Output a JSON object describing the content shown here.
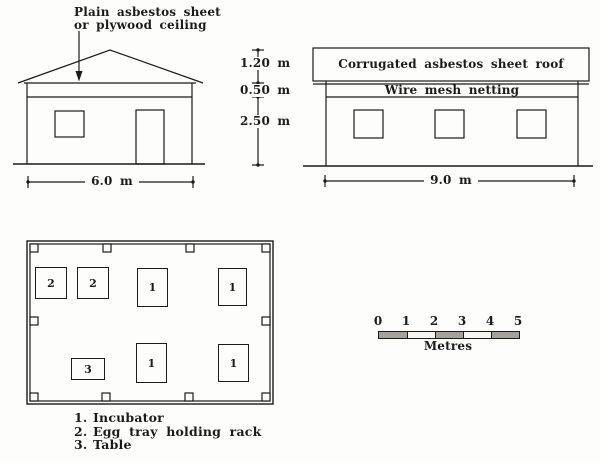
{
  "left_elevation": {
    "annotation_line1": "Plain asbestos sheet",
    "annotation_line2": "or plywood ceiling",
    "width_label": "6.0 m"
  },
  "height_dimensions": {
    "roof": "1.20 m",
    "eave": "0.50 m",
    "wall": "2.50 m"
  },
  "right_elevation": {
    "roof_label": "Corrugated asbestos sheet roof",
    "netting_label": "Wire mesh netting",
    "width_label": "9.0 m"
  },
  "floor_plan": {
    "items": [
      {
        "label": "2"
      },
      {
        "label": "2"
      },
      {
        "label": "1"
      },
      {
        "label": "1"
      },
      {
        "label": "3"
      },
      {
        "label": "1"
      },
      {
        "label": "1"
      }
    ]
  },
  "scale_bar": {
    "ticks": [
      "0",
      "1",
      "2",
      "3",
      "4",
      "5"
    ],
    "unit_label": "Metres"
  },
  "legend": {
    "items": [
      {
        "num": "1.",
        "text": "Incubator"
      },
      {
        "num": "2.",
        "text": "Egg tray holding rack"
      },
      {
        "num": "3.",
        "text": "Table"
      }
    ]
  },
  "colors": {
    "ink": "#1b1b1b",
    "paper": "#fdfdfb",
    "scale_shade": "#a5a29c"
  }
}
